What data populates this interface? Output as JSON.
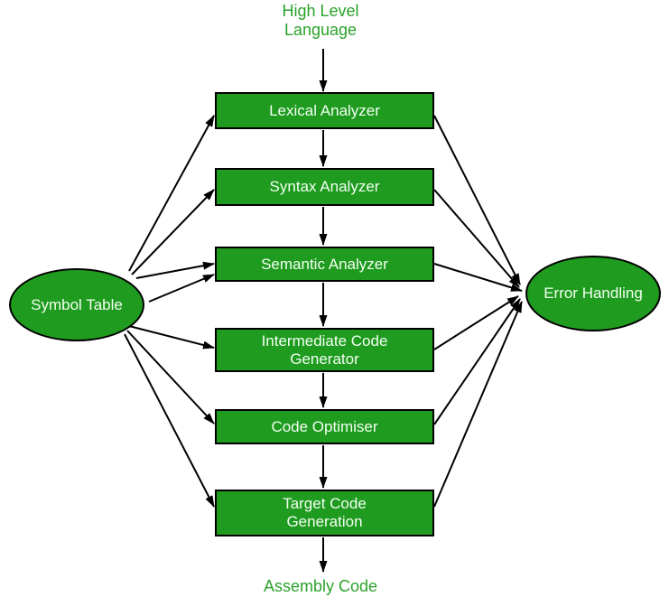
{
  "diagram": {
    "title_implicit": "Phases of a Compiler",
    "input_label": "High Level Language",
    "output_label": "Assembly Code",
    "stages": [
      "Lexical Analyzer",
      "Syntax Analyzer",
      "Semantic Analyzer",
      "Intermediate Code Generator",
      "Code Optimiser",
      "Target Code Generation"
    ],
    "symbol_table_label": "Symbol Table",
    "error_handling_label": "Error Handling",
    "edges": [
      {
        "from": "High Level Language",
        "to": "Lexical Analyzer"
      },
      {
        "from": "Lexical Analyzer",
        "to": "Syntax Analyzer"
      },
      {
        "from": "Syntax Analyzer",
        "to": "Semantic Analyzer"
      },
      {
        "from": "Semantic Analyzer",
        "to": "Intermediate Code Generator"
      },
      {
        "from": "Intermediate Code Generator",
        "to": "Code Optimiser"
      },
      {
        "from": "Code Optimiser",
        "to": "Target Code Generation"
      },
      {
        "from": "Target Code Generation",
        "to": "Assembly Code"
      },
      {
        "from": "Symbol Table",
        "to": "Lexical Analyzer"
      },
      {
        "from": "Symbol Table",
        "to": "Syntax Analyzer"
      },
      {
        "from": "Symbol Table",
        "to": "Semantic Analyzer"
      },
      {
        "from": "Symbol Table",
        "to": "Semantic Analyzer"
      },
      {
        "from": "Symbol Table",
        "to": "Intermediate Code Generator"
      },
      {
        "from": "Symbol Table",
        "to": "Code Optimiser"
      },
      {
        "from": "Symbol Table",
        "to": "Target Code Generation"
      },
      {
        "from": "Lexical Analyzer",
        "to": "Error Handling"
      },
      {
        "from": "Syntax Analyzer",
        "to": "Error Handling"
      },
      {
        "from": "Semantic Analyzer",
        "to": "Error Handling"
      },
      {
        "from": "Intermediate Code Generator",
        "to": "Error Handling"
      },
      {
        "from": "Code Optimiser",
        "to": "Error Handling"
      },
      {
        "from": "Target Code Generation",
        "to": "Error Handling"
      }
    ],
    "colors": {
      "node_fill": "#1f9b1f",
      "node_border": "#000000",
      "node_text": "#f2fff2",
      "label_green": "#2aa22a",
      "arrow": "#000000",
      "bg": "#ffffff"
    }
  }
}
